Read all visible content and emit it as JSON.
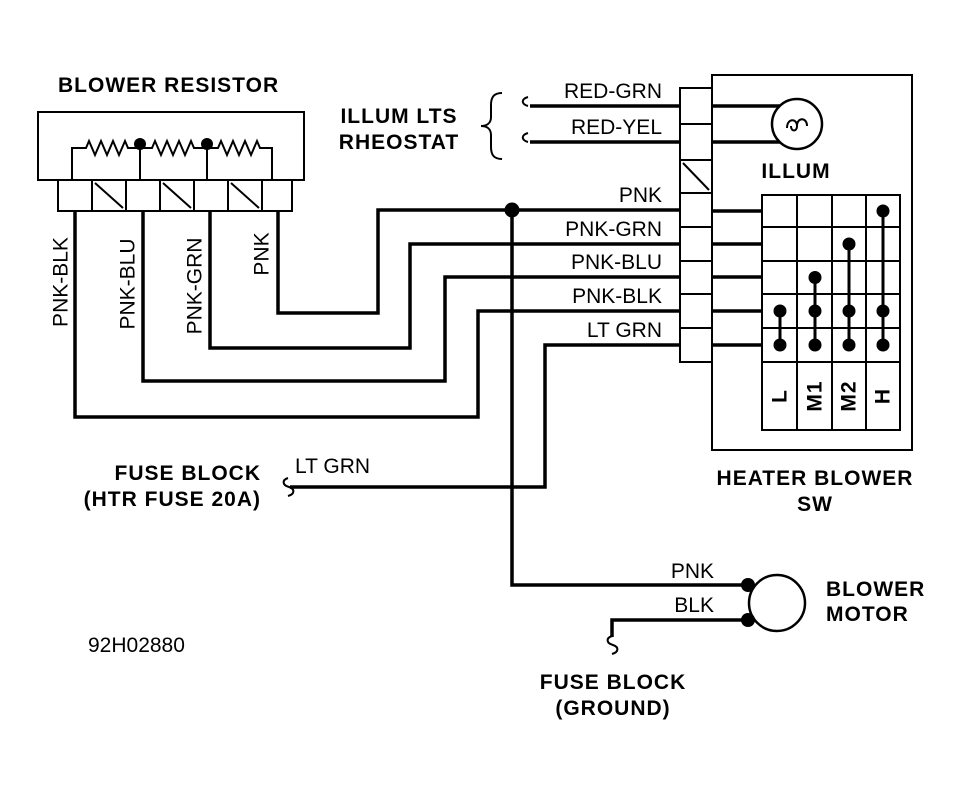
{
  "blower_resistor": {
    "title": "BLOWER RESISTOR",
    "wires": [
      "PNK-BLK",
      "PNK-BLU",
      "PNK-GRN",
      "PNK"
    ]
  },
  "illum_rheostat": {
    "line1": "ILLUM LTS",
    "line2": "RHEOSTAT"
  },
  "switch_connector": {
    "wires": [
      "RED-GRN",
      "RED-YEL",
      "PNK",
      "PNK-GRN",
      "PNK-BLU",
      "PNK-BLK",
      "LT GRN"
    ]
  },
  "illum_lamp": {
    "label": "ILLUM"
  },
  "heater_blower_switch": {
    "title_line1": "HEATER BLOWER",
    "title_line2": "SW",
    "positions": [
      {
        "label": "L",
        "contact_rows": [
          3,
          4
        ]
      },
      {
        "label": "M1",
        "contact_rows": [
          2,
          3,
          4
        ]
      },
      {
        "label": "M2",
        "contact_rows": [
          1,
          3,
          4
        ]
      },
      {
        "label": "H",
        "contact_rows": [
          0,
          3,
          4
        ]
      }
    ]
  },
  "fuse_block_htr": {
    "line1": "FUSE BLOCK",
    "line2": "(HTR FUSE 20A)",
    "wire": "LT GRN"
  },
  "blower_motor": {
    "line1": "BLOWER",
    "line2": "MOTOR",
    "wire_feed": "PNK",
    "wire_ground": "BLK"
  },
  "fuse_block_ground": {
    "line1": "FUSE BLOCK",
    "line2": "(GROUND)"
  },
  "figure_id": "92H02880"
}
